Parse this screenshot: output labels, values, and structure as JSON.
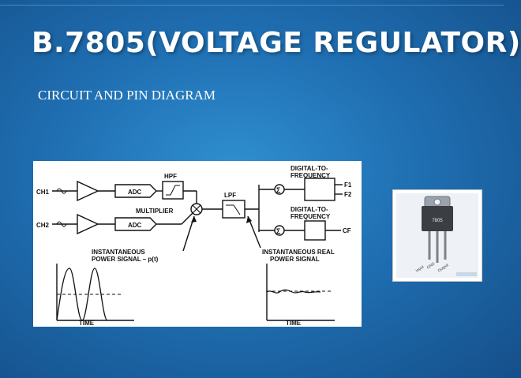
{
  "slide": {
    "title": "B.7805(VOLTAGE REGULATOR)",
    "subtitle": "CIRCUIT AND PIN DIAGRAM"
  },
  "block_diagram": {
    "ch1": "CH1",
    "ch2": "CH2",
    "adc1": "ADC",
    "adc2": "ADC",
    "hpf": "HPF",
    "multiplier": "MULTIPLIER",
    "lpf": "LPF",
    "dtf1_line1": "DIGITAL-TO-",
    "dtf1_line2": "FREQUENCY",
    "dtf2_line1": "DIGITAL-TO-",
    "dtf2_line2": "FREQUENCY",
    "f1": "F1",
    "f2": "F2",
    "cf": "CF",
    "sigma": "Σ",
    "inst_line1": "INSTANTANEOUS",
    "inst_line2": "POWER SIGNAL – p(t)",
    "real_line1": "INSTANTANEOUS REAL",
    "real_line2": "POWER SIGNAL",
    "time1": "TIME",
    "time2": "TIME"
  },
  "pin_diagram": {
    "part": "7805",
    "pin1": "Input",
    "pin2": "GND",
    "pin3": "Output"
  }
}
